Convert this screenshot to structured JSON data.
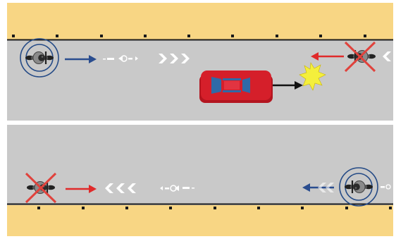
{
  "colors": {
    "background": "#ffffff",
    "sidewalk": "#f8d684",
    "road": "#c9c9c9",
    "curb_line": "#1c1c1c",
    "post": "#1a1a1a",
    "center_line": "#ffffff",
    "car_body": "#d51f2a",
    "car_window": "#2f6aa8",
    "arrow_blue": "#2a4d8f",
    "arrow_red": "#e02a2a",
    "arrow_black": "#111111",
    "chevron": "#ffffff",
    "cross": "#e0423c",
    "collision_star": "#f4ef3c",
    "rider_circle": "#244a86"
  },
  "icons": {
    "car": "car-top-view-icon",
    "motorcycle": "motorcycle-top-view-icon",
    "collision": "collision-star-icon",
    "cross": "x-cross-icon",
    "safe_zone": "concentric-circle-icon",
    "chevrons": "chevron-arrows-icon",
    "direction_arrow": "direction-arrow-icon"
  },
  "lanes": [
    {
      "name": "upper-lane",
      "traffic_direction": "right"
    },
    {
      "name": "lower-lane",
      "traffic_direction": "left"
    }
  ],
  "riders": [
    {
      "name": "upper-left-rider",
      "status": "correct",
      "marker": "circle",
      "arrow_direction": "right"
    },
    {
      "name": "upper-right-rider",
      "status": "wrong",
      "marker": "cross",
      "arrow_direction": "left"
    },
    {
      "name": "lower-left-rider",
      "status": "wrong",
      "marker": "cross",
      "arrow_direction": "right"
    },
    {
      "name": "lower-right-rider",
      "status": "correct",
      "marker": "circle",
      "arrow_direction": "left"
    }
  ],
  "vehicles": [
    {
      "name": "car",
      "direction": "right",
      "collision": true
    }
  ]
}
